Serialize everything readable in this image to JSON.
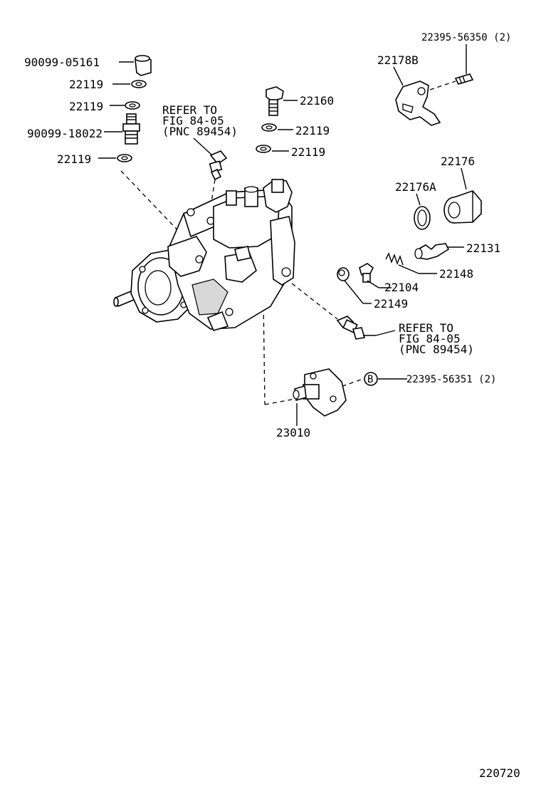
{
  "labels": {
    "p_9009905161": "90099-05161",
    "p_22119_a": "22119",
    "p_22119_b": "22119",
    "p_9009918022": "90099-18022",
    "p_22119_c": "22119",
    "refer_top_1": "REFER TO",
    "refer_top_2": "FIG 84-05",
    "refer_top_3": "(PNC 89454)",
    "p_22160": "22160",
    "p_22119_d": "22119",
    "p_22119_e": "22119",
    "p_2239556350": "22395-56350 (2)",
    "p_22178B": "22178B",
    "p_22176": "22176",
    "p_22176A": "22176A",
    "p_22131": "22131",
    "p_22148": "22148",
    "p_22104": "22104",
    "p_22149": "22149",
    "refer_bot_1": "REFER TO",
    "refer_bot_2": "FIG 84-05",
    "refer_bot_3": "(PNC 89454)",
    "circle_b": "B",
    "p_2239556351": "22395-56351 (2)",
    "p_23010": "23010",
    "diagram_id": "220720"
  }
}
